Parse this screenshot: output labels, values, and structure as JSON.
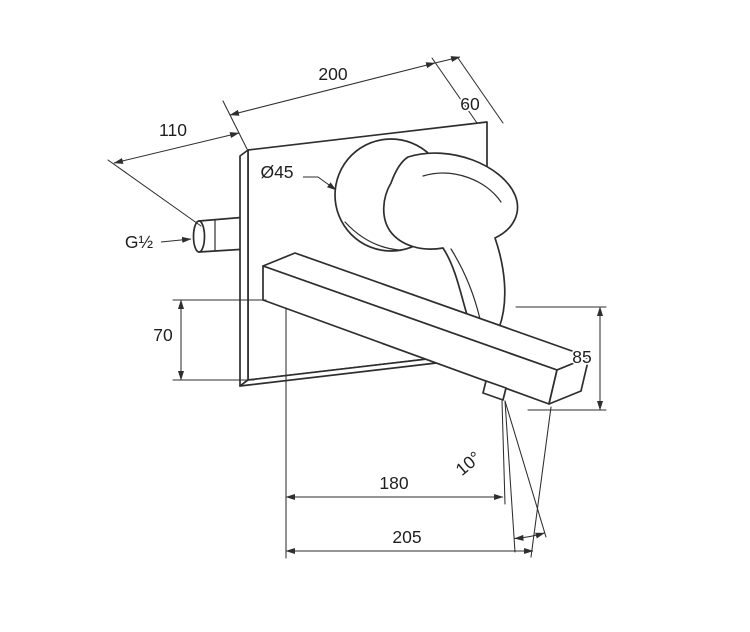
{
  "page": {
    "background": "#ffffff"
  },
  "drawing": {
    "type": "technical-dimension-drawing",
    "line_color": "#2e2e2e",
    "labels": {
      "plate_width": "200",
      "left_offset": "110",
      "right_offset": "60",
      "escutcheon_diameter": "Ø45",
      "connection_thread": "G½",
      "plate_lower_height": "70",
      "spout_drop_height": "85",
      "spout_reach_aerator": "180",
      "spout_reach_overall": "205",
      "spout_angle": "10°"
    }
  }
}
